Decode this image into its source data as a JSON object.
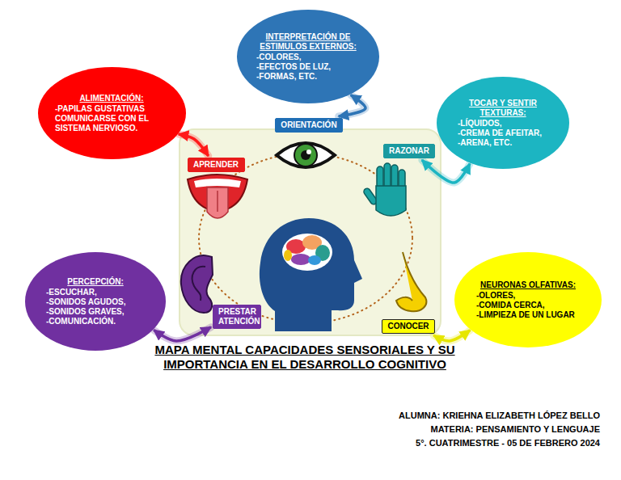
{
  "diagram": {
    "title": "MAPA MENTAL CAPACIDADES SENSORIALES Y SU IMPORTANCIA EN EL DESARROLLO COGNITIVO",
    "nodes": [
      {
        "text": [
          "ALIMENTACIÓN:",
          "-PAPILAS GUSTATIVAS COMUNICARSE CON EL SISTEMA NERVIOSO."
        ]
      },
      {
        "text": [
          "INTERPRETACIÓN DE ESTIMULOS EXTERNOS:",
          "-COLORES,",
          "-EFECTOS DE LUZ,",
          "-FORMAS, ETC."
        ]
      },
      {
        "text": [
          "TOCAR Y SENTIR TEXTURAS:",
          "-LÍQUIDOS,",
          "-CREMA DE AFEITAR,",
          "-ARENA, ETC."
        ]
      },
      {
        "text": [
          "ORIENTACIÓN"
        ]
      },
      {
        "text": [
          "APRENDER"
        ]
      },
      {
        "text": [
          "RAZONAR"
        ]
      },
      {
        "text": [
          "PRESTAR ATENCIÓN"
        ]
      },
      {
        "text": [
          "CONOCER"
        ]
      },
      {
        "text": [
          "PERCEPCIÓN:",
          "-ESCUCHAR,",
          "-SONIDOS AGUDOS,",
          "-SONIDOS GRAVES,",
          "-COMUNICACIÓN."
        ]
      },
      {
        "text": [
          "NEURONAS OLFATIVAS:",
          "-OLORES,",
          "-COMIDA CERCA,",
          "-LIMPIEZA DE UN LUGAR"
        ]
      }
    ],
    "edges": [
      {
        "from": 0,
        "to": 4,
        "arrow": "both"
      },
      {
        "from": 1,
        "to": 3,
        "arrow": "both"
      },
      {
        "from": 2,
        "to": 5,
        "arrow": "both"
      },
      {
        "from": 9,
        "to": 7,
        "arrow": "both"
      },
      {
        "from": 8,
        "to": 6,
        "arrow": "both"
      }
    ],
    "labels": [
      "ALUMNA: KRIEHNA ELIZABETH LÓPEZ BELLO",
      "MATERIA: PENSAMIENTO Y LENGUAJE",
      "5°. CUATRIMESTRE - 05 DE FEBRERO 2024"
    ]
  }
}
